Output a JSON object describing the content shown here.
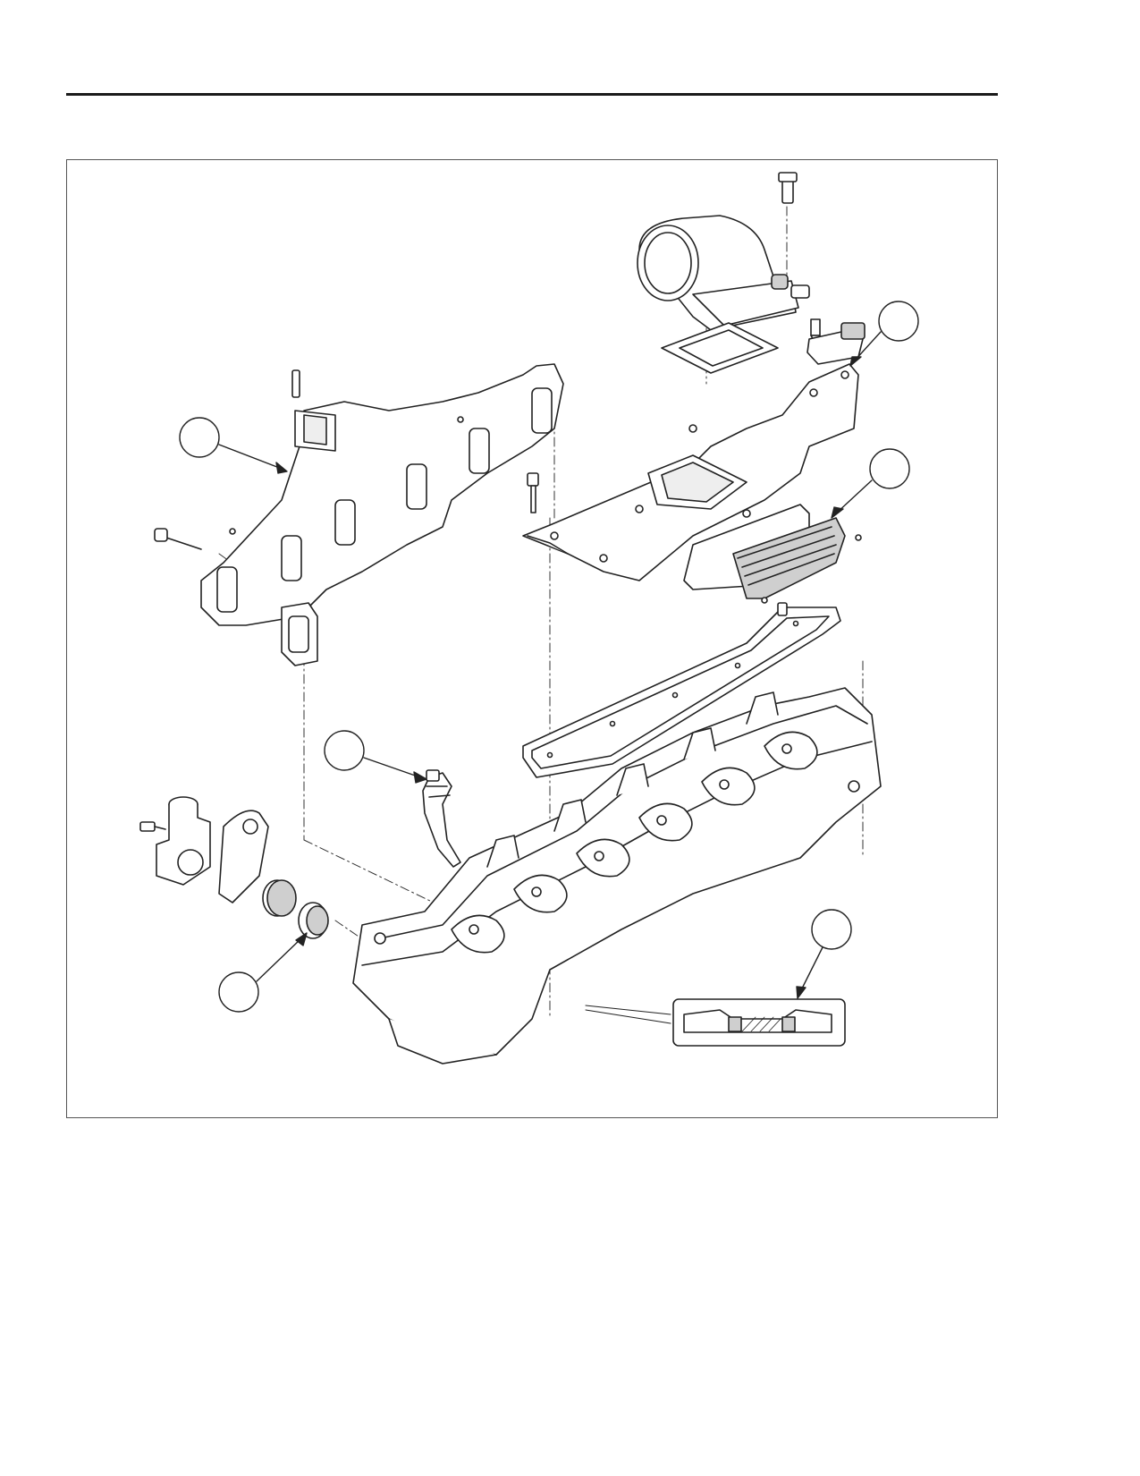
{
  "figure": {
    "colors": {
      "line": "#222222",
      "fill": "#ffffff",
      "shade": "#cfcfcf",
      "frame": "#555555"
    },
    "callouts": [
      {
        "id": "exhaust-manifold",
        "label": ""
      },
      {
        "id": "intake-manifold",
        "label": ""
      },
      {
        "id": "intake-air-heater",
        "label": ""
      },
      {
        "id": "injector",
        "label": ""
      },
      {
        "id": "thermostat",
        "label": ""
      },
      {
        "id": "cylinder-head-detail",
        "label": ""
      }
    ]
  }
}
